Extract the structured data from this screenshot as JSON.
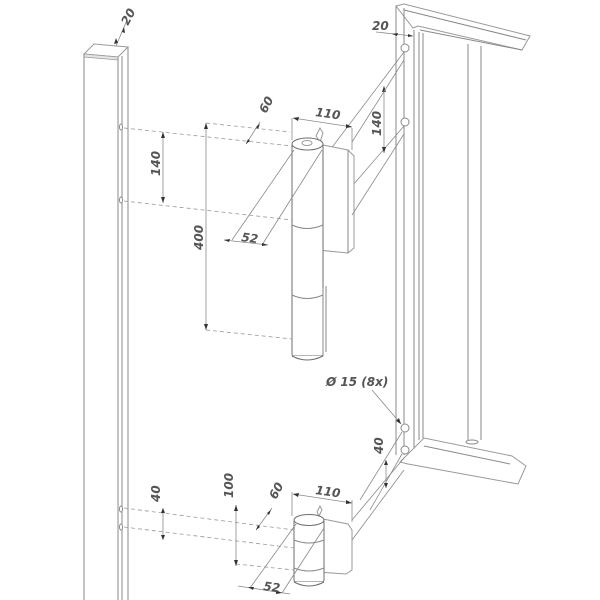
{
  "drawing": {
    "type": "technical-dimension-drawing",
    "subject": "gate hinge mounting between post and gate frame",
    "colors": {
      "background": "#ffffff",
      "lines": "#8a8a8a",
      "text": "#555555"
    }
  },
  "dimensions": {
    "post_width": "20",
    "frame_width": "20",
    "frame_hole_spacing_top": "140",
    "frame_hole_offset_bottom": "40",
    "top_hinge_width": "110",
    "top_hinge_offset": "60",
    "top_hinge_hole_spacing": "140",
    "top_hinge_height": "400",
    "top_hinge_depth": "52",
    "bottom_hole_spacing": "40",
    "bottom_hinge_height": "100",
    "bottom_hinge_offset": "60",
    "bottom_hinge_width": "110",
    "bottom_hinge_depth": "52",
    "hole_diameter": "Ø 15 (8x)"
  },
  "components": [
    {
      "name": "post",
      "description": "square post on left"
    },
    {
      "name": "gate-frame",
      "description": "U-channel gate frame on right"
    },
    {
      "name": "top-hinge",
      "description": "long cylindrical hinge, 400 tall"
    },
    {
      "name": "bottom-hinge",
      "description": "short cylindrical hinge, 100 tall"
    }
  ]
}
